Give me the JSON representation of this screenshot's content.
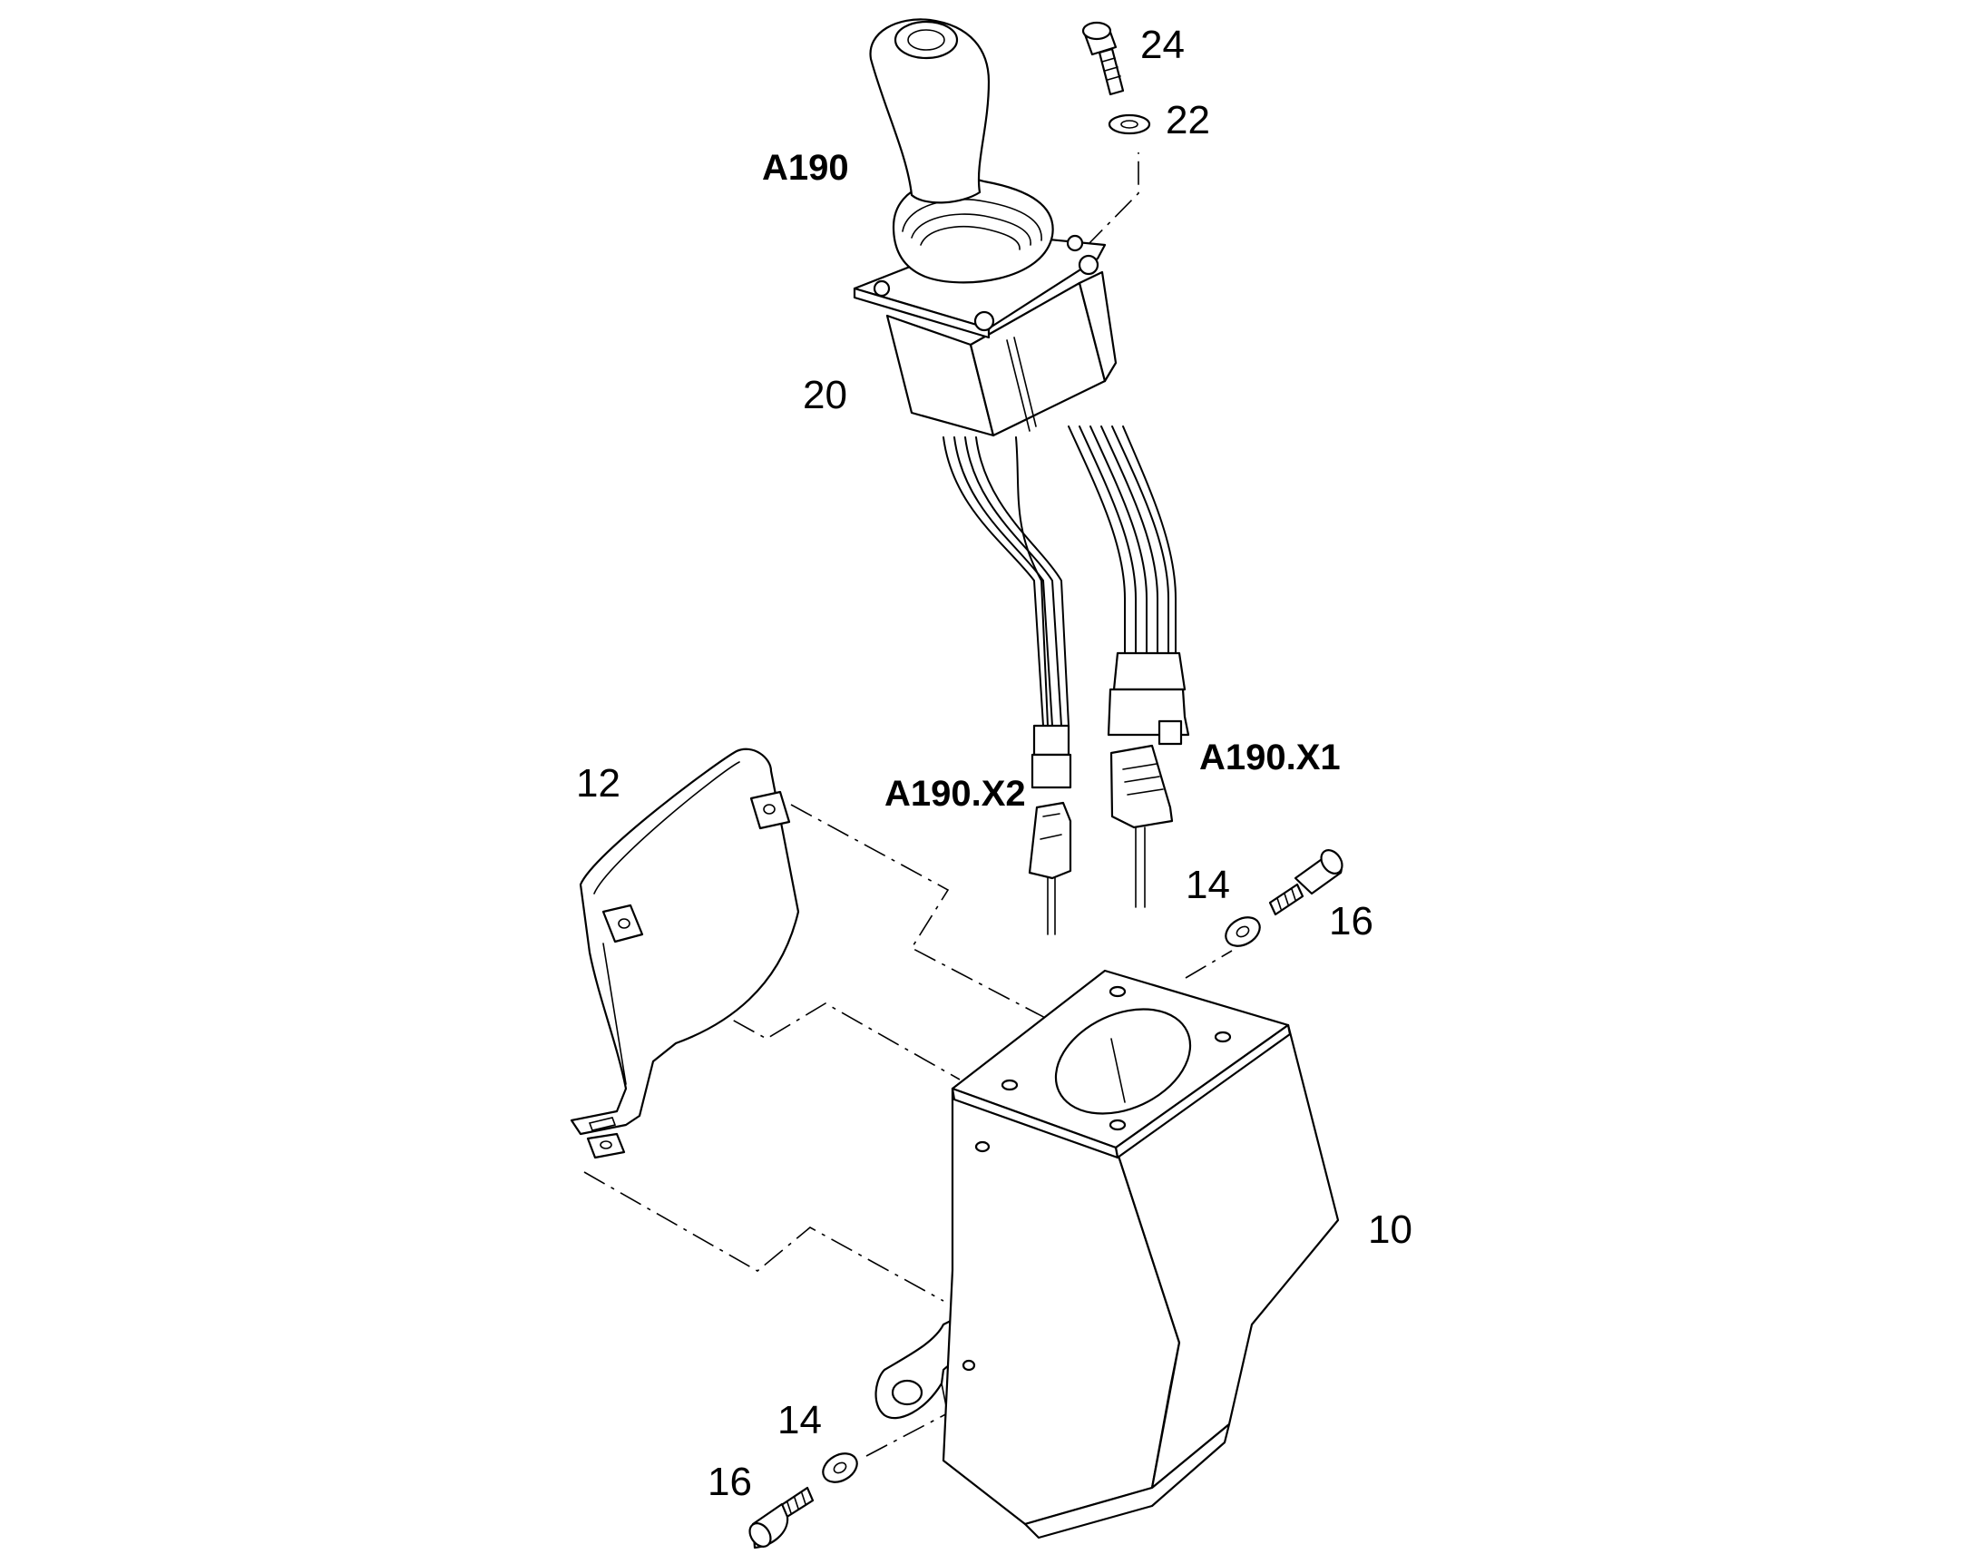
{
  "labels": {
    "item_24": "24",
    "item_22": "22",
    "assembly": "A190",
    "item_20": "20",
    "connector_x1": "A190.X1",
    "connector_x2": "A190.X2",
    "item_12": "12",
    "item_14_upper": "14",
    "item_16_upper": "16",
    "item_10": "10",
    "item_14_lower": "14",
    "item_16_lower": "16"
  }
}
